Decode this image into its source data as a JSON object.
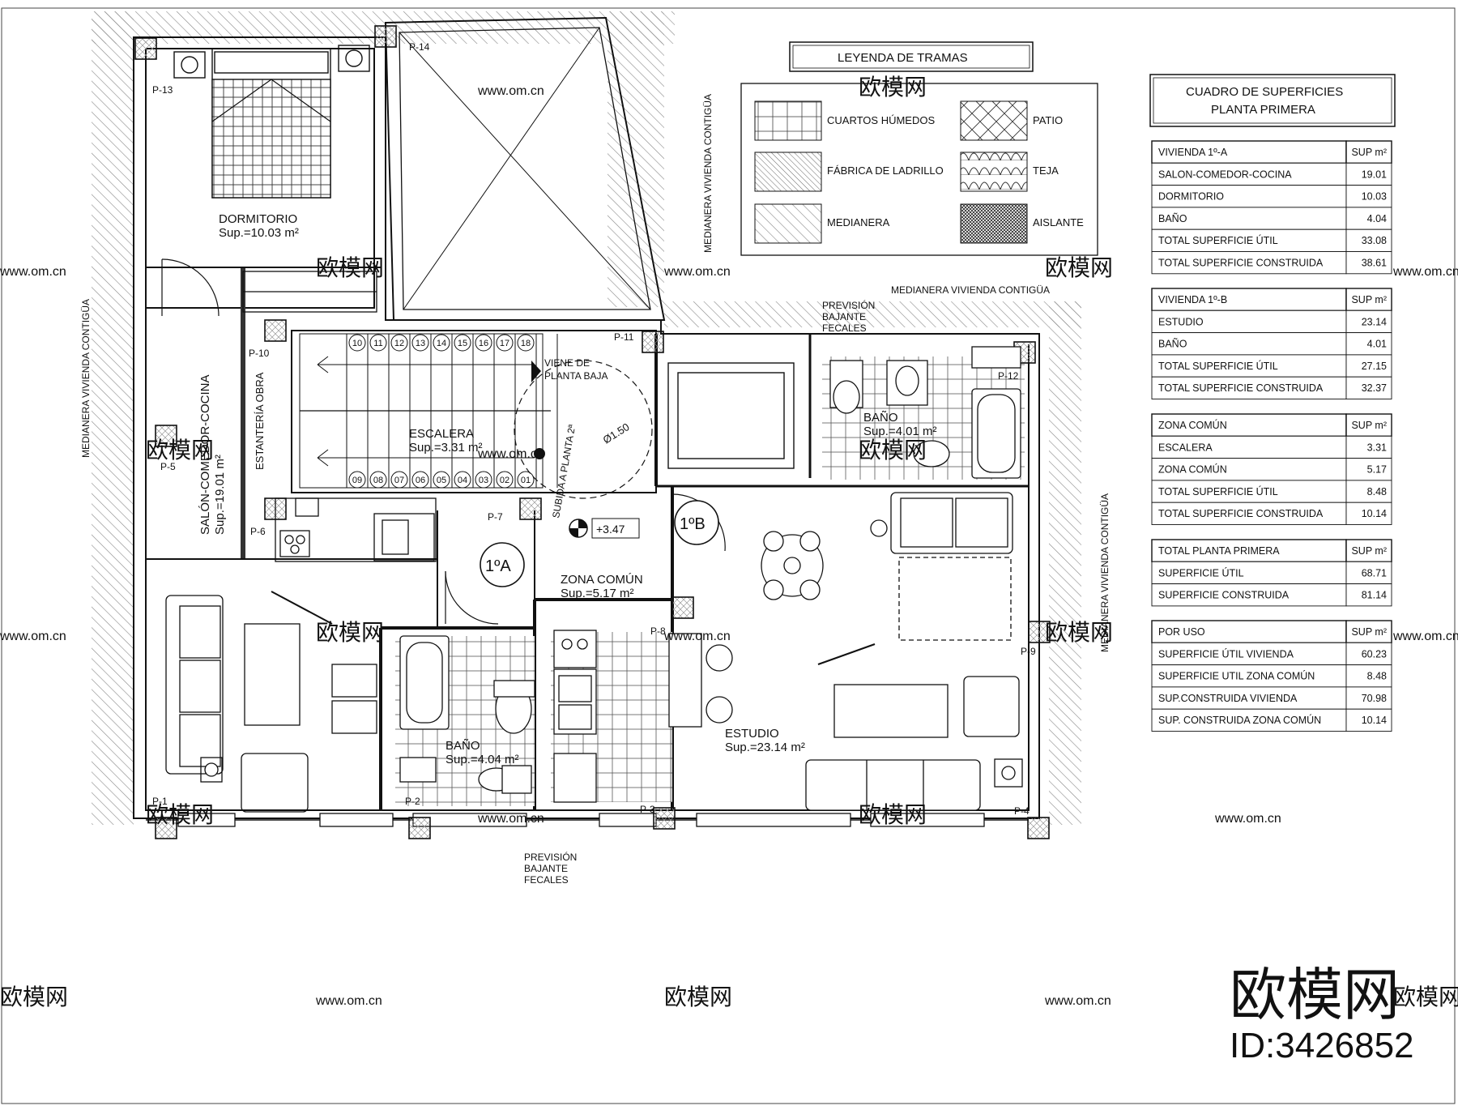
{
  "rooms": {
    "dormitorio": {
      "name": "DORMITORIO",
      "sup": "Sup.=10.03 m²"
    },
    "salon": {
      "name": "SALÓN-COMEDOR-COCINA",
      "sup": "Sup.=19.01 m²"
    },
    "escalera": {
      "name": "ESCALERA",
      "sup": "Sup.=3.31 m²"
    },
    "zona_comun": {
      "name": "ZONA COMÚN",
      "sup": "Sup.=5.17 m²"
    },
    "bano_a": {
      "name": "BAÑO",
      "sup": "Sup.=4.04 m²"
    },
    "bano_b": {
      "name": "BAÑO",
      "sup": "Sup.=4.01 m²"
    },
    "estudio": {
      "name": "ESTUDIO",
      "sup": "Sup.=23.14 m²"
    }
  },
  "labels": {
    "estanteria": "ESTANTERÍA OBRA",
    "viene_de_1": "VIENE DE",
    "viene_de_2": "PLANTA BAJA",
    "subida": "SUBIDA A PLANTA 2ª",
    "diameter": "Ø1.50",
    "level": "+3.47",
    "unit_a": "1ºA",
    "unit_b": "1ºB",
    "prevision_top": [
      "PREVISIÓN",
      "BAJANTE",
      "FECALES"
    ],
    "prevision_bottom": [
      "PREVISIÓN",
      "BAJANTE",
      "FECALES"
    ],
    "medianera_left": "MEDIANERA VIVIENDA CONTIGÜA",
    "medianera_top": "MEDIANERA VIVIENDA CONTIGÜA",
    "medianera_upper": "MEDIANERA VIVIENDA CONTIGÜA",
    "medianera_right": "MEDIANERA VIVIENDA CONTIGÜA"
  },
  "pillars": [
    "P-1",
    "P-2",
    "P-3",
    "P-4",
    "P-5",
    "P-6",
    "P-7",
    "P-8",
    "P-9",
    "P-10",
    "P-11",
    "P-12",
    "P-13",
    "P-14"
  ],
  "steps_top": [
    "10",
    "11",
    "12",
    "13",
    "14",
    "15",
    "16",
    "17",
    "18"
  ],
  "steps_bottom": [
    "09",
    "08",
    "07",
    "06",
    "05",
    "04",
    "03",
    "02",
    "01"
  ],
  "legend": {
    "title": "LEYENDA DE TRAMAS",
    "items": [
      "CUARTOS HÚMEDOS",
      "PATIO",
      "FÁBRICA DE LADRILLO",
      "TEJA",
      "MEDIANERA",
      "AISLANTE"
    ]
  },
  "surfaces": {
    "title_1": "CUADRO DE SUPERFICIES",
    "title_2": "PLANTA PRIMERA",
    "unit_header": "SUP m²",
    "tables": [
      {
        "header": "VIVIENDA 1º-A",
        "rows": [
          [
            "SALON-COMEDOR-COCINA",
            "19.01"
          ],
          [
            "DORMITORIO",
            "10.03"
          ],
          [
            "BAÑO",
            "4.04"
          ],
          [
            "TOTAL SUPERFICIE ÚTIL",
            "33.08"
          ],
          [
            "TOTAL SUPERFICIE CONSTRUIDA",
            "38.61"
          ]
        ]
      },
      {
        "header": "VIVIENDA 1º-B",
        "rows": [
          [
            "ESTUDIO",
            "23.14"
          ],
          [
            "BAÑO",
            "4.01"
          ],
          [
            "TOTAL SUPERFICIE ÚTIL",
            "27.15"
          ],
          [
            "TOTAL SUPERFICIE CONSTRUIDA",
            "32.37"
          ]
        ]
      },
      {
        "header": "ZONA COMÚN",
        "rows": [
          [
            "ESCALERA",
            "3.31"
          ],
          [
            "ZONA COMÚN",
            "5.17"
          ],
          [
            "TOTAL SUPERFICIE ÚTIL",
            "8.48"
          ],
          [
            "TOTAL SUPERFICIE CONSTRUIDA",
            "10.14"
          ]
        ]
      },
      {
        "header": "TOTAL PLANTA PRIMERA",
        "rows": [
          [
            "SUPERFICIE ÚTIL",
            "68.71"
          ],
          [
            "SUPERFICIE CONSTRUIDA",
            "81.14"
          ]
        ]
      },
      {
        "header": "POR USO",
        "rows": [
          [
            "SUPERFICIE ÚTIL VIVIENDA",
            "60.23"
          ],
          [
            "SUPERFICIE UTIL ZONA COMÚN",
            "8.48"
          ],
          [
            "SUP.CONSTRUIDA VIVIENDA",
            "70.98"
          ],
          [
            "SUP. CONSTRUIDA ZONA COMÚN",
            "10.14"
          ]
        ]
      }
    ]
  },
  "watermark": {
    "logo": "欧模网",
    "id": "ID:3426852",
    "site": "www.om.cn"
  },
  "colors": {
    "line": "#111111",
    "hatch": "#9a9a9a",
    "watermark": "#cfcfcf",
    "logo": "#444444"
  }
}
